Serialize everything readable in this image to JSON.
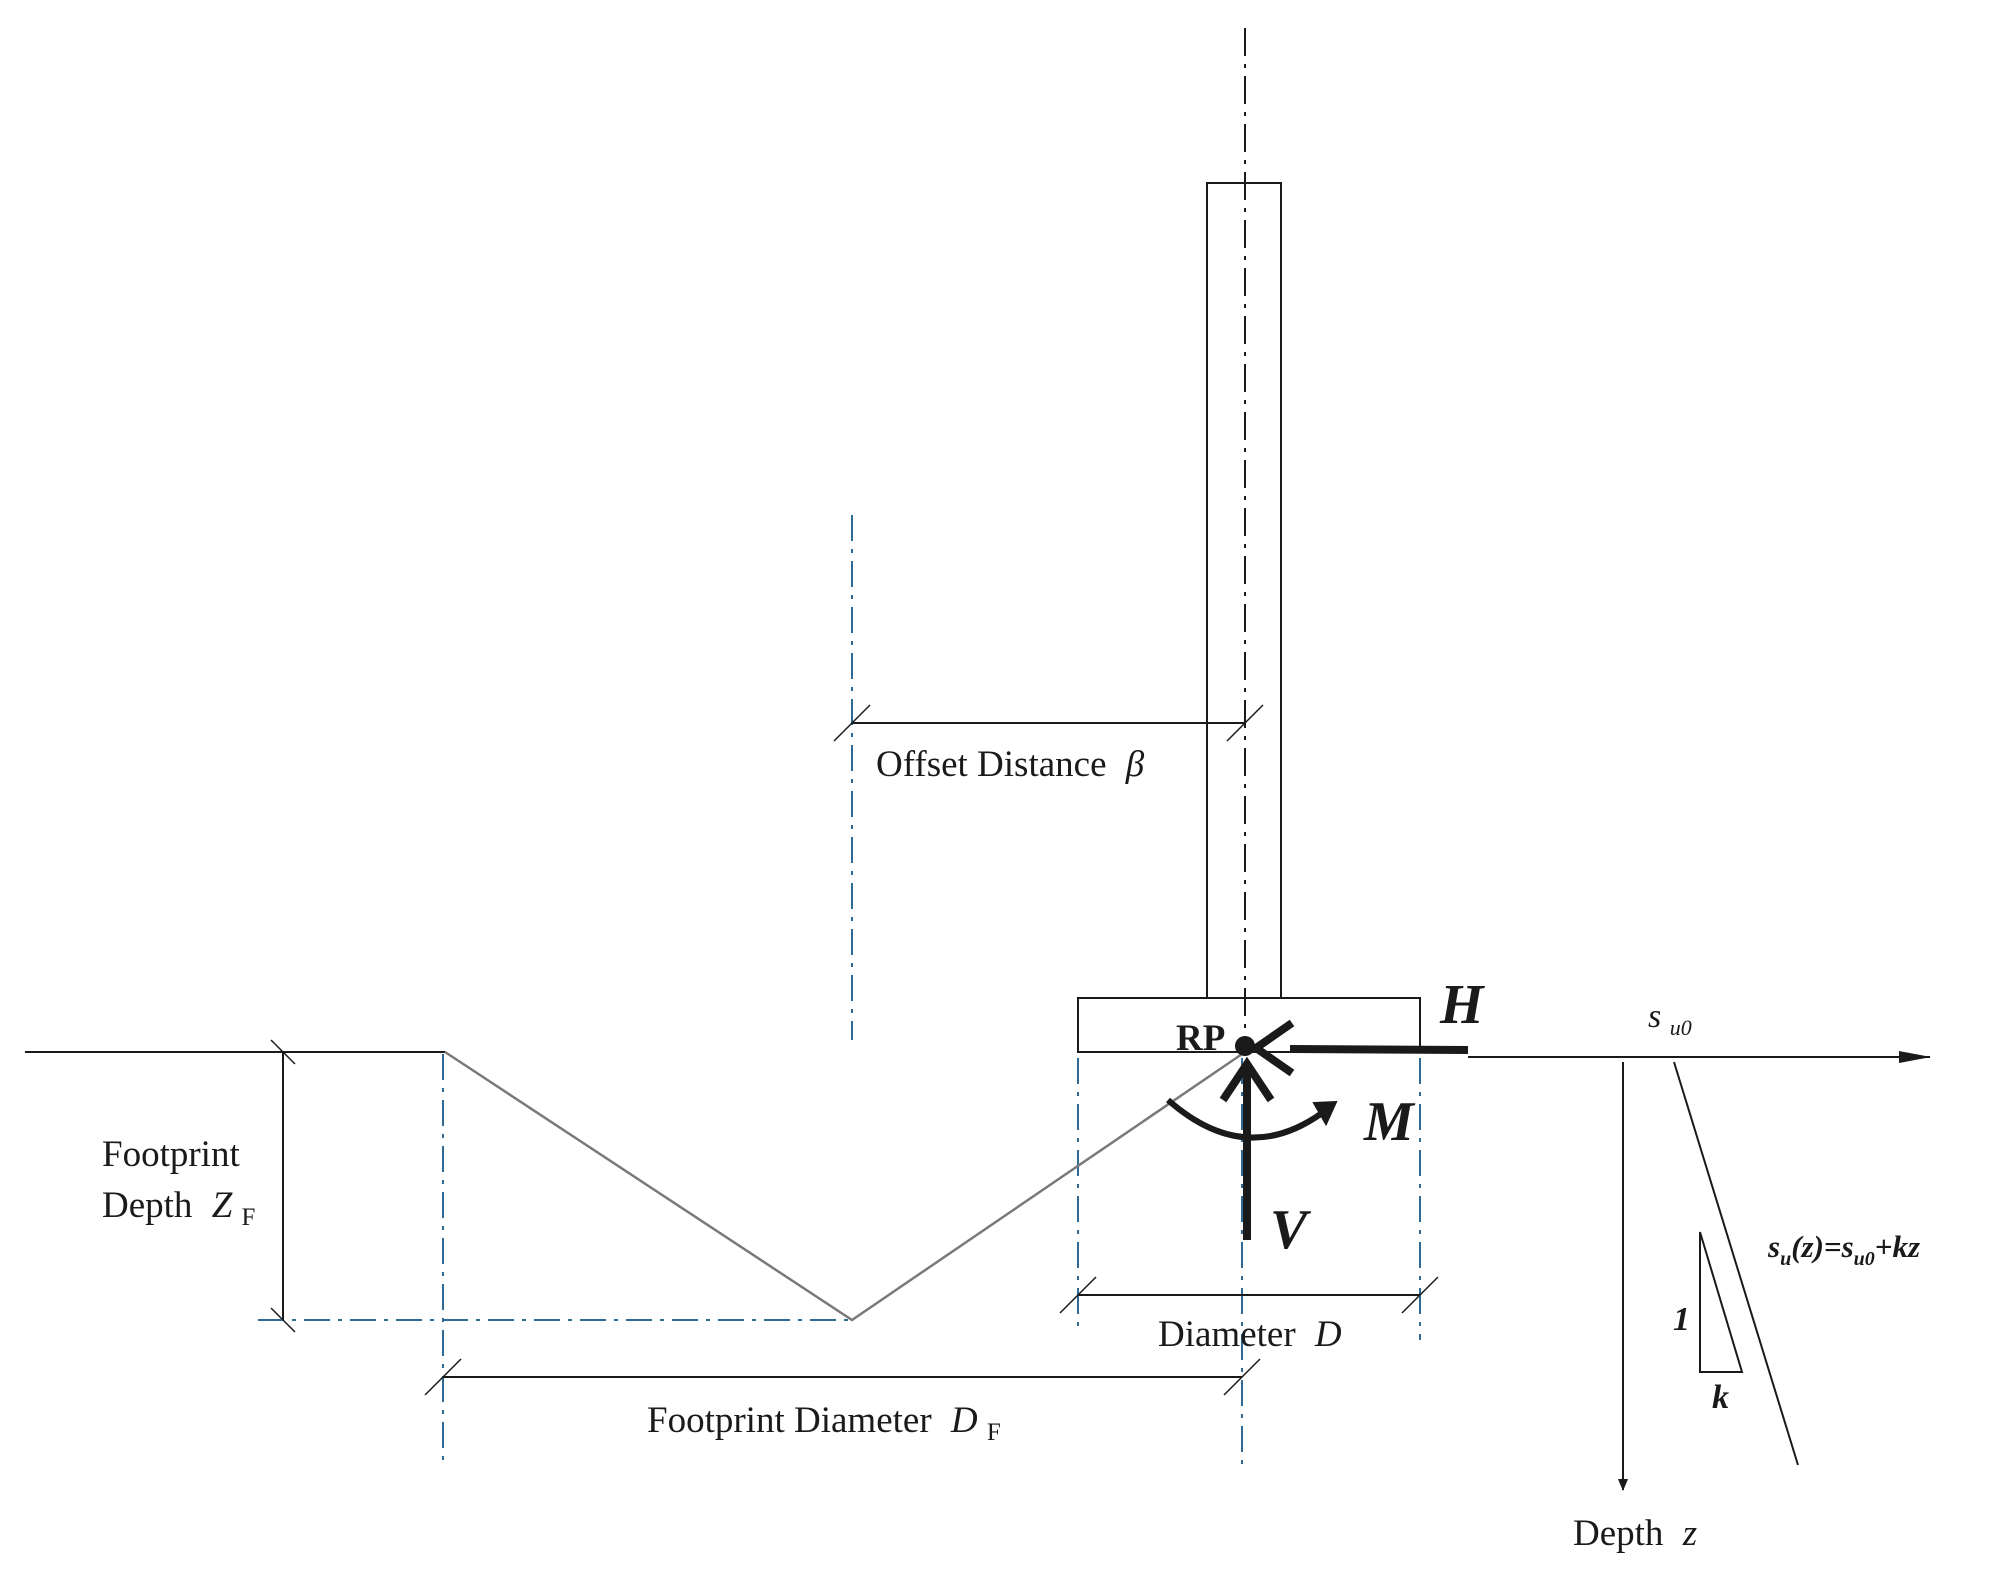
{
  "labels": {
    "offset_distance": "Offset Distance",
    "offset_symbol": "β",
    "footprint_depth_line1": "Footprint",
    "footprint_depth_line2": "Depth",
    "footprint_depth_symbol": "Z",
    "footprint_depth_subscript": "F",
    "diameter": "Diameter",
    "diameter_symbol": "D",
    "footprint_diameter": "Footprint Diameter",
    "footprint_diameter_symbol": "D",
    "footprint_diameter_subscript": "F",
    "rp": "RP",
    "force_h": "H",
    "force_v": "V",
    "moment_m": "M",
    "su0_s": "s",
    "su0_sub": "u0",
    "depth": "Depth",
    "depth_symbol": "z",
    "strength_s": "s",
    "strength_u": "u",
    "strength_mid": "(z)=s",
    "strength_u0": "u0",
    "strength_tail": "+kz",
    "slope_rise": "1",
    "slope_run": "k"
  },
  "colors": {
    "line": "#1a1a1a",
    "soil_profile": "#7a7a7a",
    "centerline_blue": "#2e6a96"
  }
}
